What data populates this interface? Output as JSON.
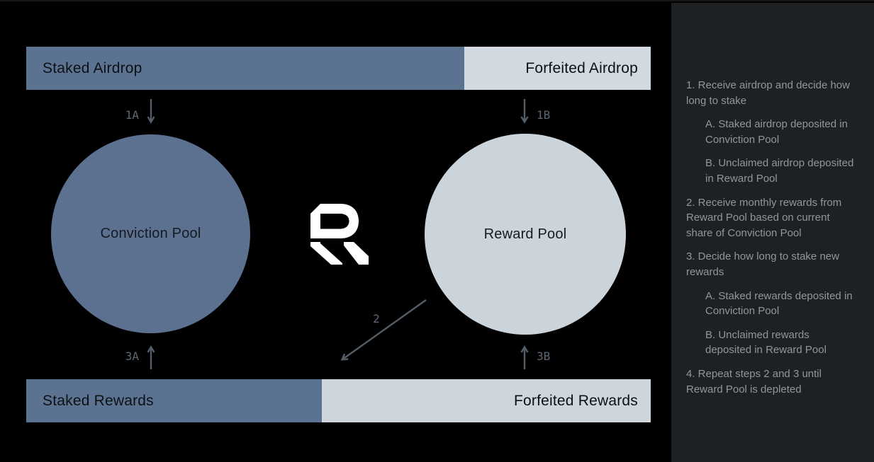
{
  "colors": {
    "background": "#000000",
    "bar_blue": "#5c7291",
    "bar_gray": "#d3d9e0",
    "bottom_gray": "#ced6dc",
    "circle_blue": "#5c7190",
    "circle_gray": "#ccd4db",
    "bar_text": "#0d1116",
    "pool_text": "#151b23",
    "arrow": "#545e68",
    "arrow_label": "#5d6771",
    "sidebar_bg": "#1e2124",
    "sidebar_text": "#8f969d",
    "logo": "#ffffff"
  },
  "diagram": {
    "top_bar": {
      "left": {
        "label": "Staked Airdrop",
        "color": "#5c7291",
        "width_pct": 70.2
      },
      "right": {
        "label": "Forfeited Airdrop",
        "color": "#d3d9e0",
        "width_pct": 29.8
      }
    },
    "bottom_bar": {
      "left": {
        "label": "Staked Rewards",
        "color": "#5c7291",
        "width_pct": 47.3
      },
      "right": {
        "label": "Forfeited Rewards",
        "color": "#ced6dc",
        "width_pct": 52.7
      }
    },
    "pools": {
      "conviction": {
        "label": "Conviction Pool",
        "color": "#5c7190"
      },
      "reward": {
        "label": "Reward Pool",
        "color": "#ccd4db"
      }
    },
    "arrows": {
      "a1a": "1A",
      "a1b": "1B",
      "a2": "2",
      "a3a": "3A",
      "a3b": "3B"
    },
    "logo_name": "R-logo"
  },
  "sidebar": {
    "steps": [
      {
        "label": "1. Receive airdrop and decide how long to stake",
        "indent": 0
      },
      {
        "label": "A. Staked airdrop deposited in Conviction Pool",
        "indent": 1
      },
      {
        "label": "B. Unclaimed airdrop deposited in Reward Pool",
        "indent": 1
      },
      {
        "label": "2. Receive monthly rewards from Reward Pool based on current share of Conviction Pool",
        "indent": 0
      },
      {
        "label": "3. Decide how long to stake new rewards",
        "indent": 0
      },
      {
        "label": "A. Staked rewards deposited in Conviction Pool",
        "indent": 1
      },
      {
        "label": "B. Unclaimed rewards deposited in Reward Pool",
        "indent": 1
      },
      {
        "label": "4. Repeat steps 2 and 3 until Reward Pool is depleted",
        "indent": 0
      }
    ]
  }
}
